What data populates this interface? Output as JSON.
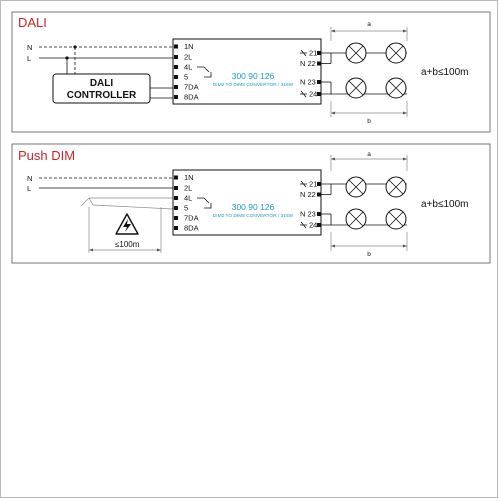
{
  "dali": {
    "title": "DALI",
    "input_n": "N",
    "input_l": "L",
    "controller_line1": "DALI",
    "controller_line2": "CONTROLLER",
    "terminals_left": [
      "1N",
      "2L",
      "4L",
      "5",
      "7DA",
      "8DA"
    ],
    "product_code": "300 90 126",
    "product_desc": "DIM2 TO DIM8 CONVERTOR / 315W",
    "terminals_right": [
      "21",
      "N 22",
      "N 23",
      "24"
    ],
    "dim_a": "a",
    "dim_b": "b",
    "equation": "a+b≤100m"
  },
  "pushdim": {
    "title": "Push DIM",
    "input_n": "N",
    "input_l": "L",
    "terminals_left": [
      "1N",
      "2L",
      "4L",
      "5",
      "7DA",
      "8DA"
    ],
    "product_code": "300 90 126",
    "product_desc": "DIM2 TO DIM8 CONVERTOR / 315W",
    "terminals_right": [
      "21",
      "N 22",
      "N 23",
      "24"
    ],
    "dim_a": "a",
    "dim_b": "b",
    "equation": "a+b≤100m",
    "distance": "≤100m"
  },
  "colors": {
    "title_red": "#c8262b",
    "product_cyan": "#1a9bc4"
  }
}
